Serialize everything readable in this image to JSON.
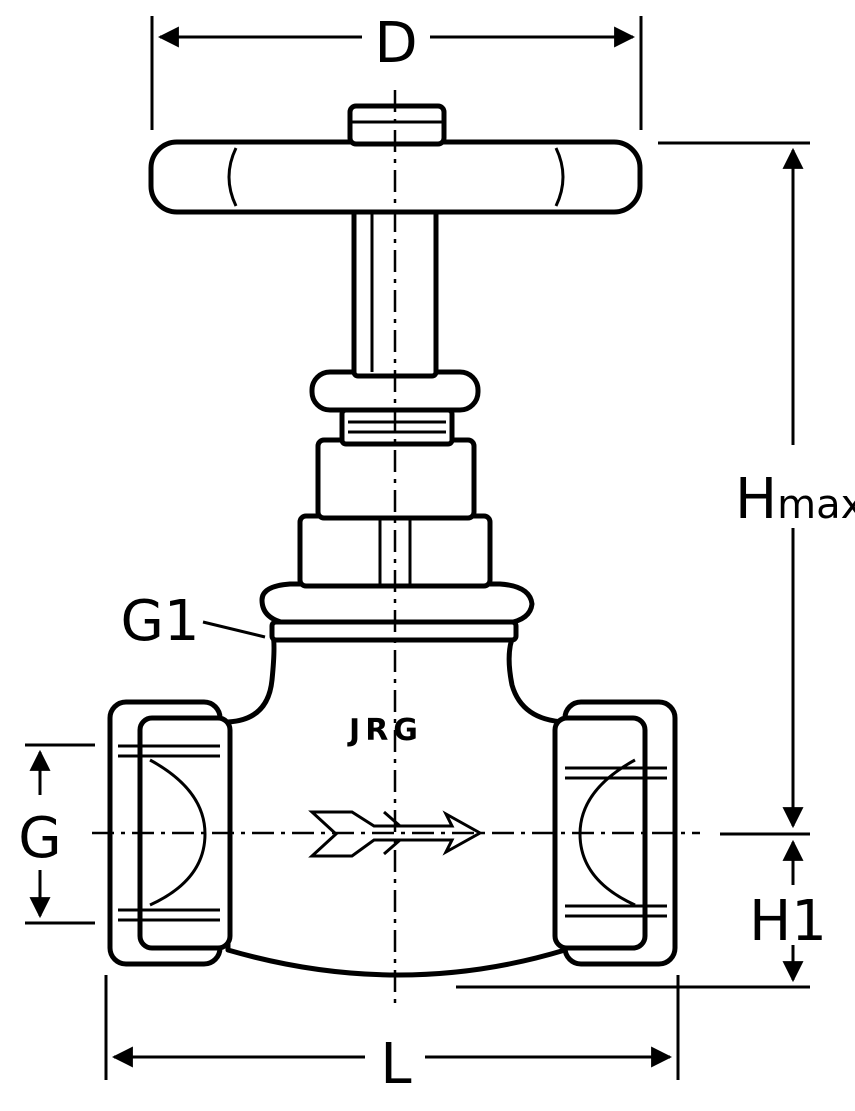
{
  "labels": {
    "D": "D",
    "Hmax_main": "H",
    "Hmax_sub": "max",
    "G1": "G1",
    "G": "G",
    "H1": "H1",
    "L": "L",
    "brand": "JRG"
  }
}
